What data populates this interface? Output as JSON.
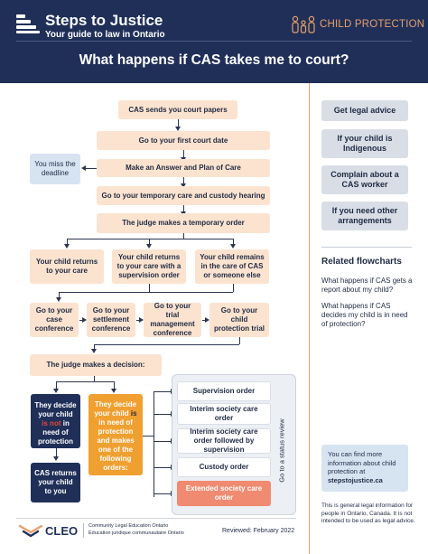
{
  "header": {
    "brand_title": "Steps to Justice",
    "brand_subtitle": "Your guide to law in Ontario",
    "section_label": "CHILD PROTECTION",
    "page_title": "What happens if CAS takes me to court?"
  },
  "flow": {
    "step_papers": "CAS sends you court papers",
    "step_first_date": "Go to your first court date",
    "step_answer": "Make an Answer and Plan of Care",
    "missed_deadline": "You miss the deadline",
    "step_temp_hearing": "Go to your temporary care and custody hearing",
    "step_temp_order": "The judge makes a temporary order",
    "outcome_returns": "Your child returns to your care",
    "outcome_supervision": "Your child returns to your care with a supervision order",
    "outcome_remains": "Your child remains in the care of CAS or someone else",
    "conf_case": "Go to your case conference",
    "conf_settlement": "Go to your settlement conference",
    "conf_trial_mgmt": "Go to your trial management conference",
    "conf_trial": "Go to your child protection trial",
    "judge_decision": "The judge makes a decision:",
    "decide_not_pre": "They decide your child ",
    "decide_not_em": "is not",
    "decide_not_post": " in need of protection",
    "cas_returns": "CAS returns your child to you",
    "decide_is_pre": "They decide your child ",
    "decide_is_em": "is",
    "decide_is_post": " in need of protection and makes one of the following orders:",
    "order_supervision": "Supervision order",
    "order_interim": "Interim society care order",
    "order_interim_supervision": "Interim society care order followed by supervision",
    "order_custody": "Custody order",
    "order_extended": "Extended society care order",
    "status_review": "Go to a status review"
  },
  "sidebar": {
    "buttons": [
      "Get legal advice",
      "If your child is Indigenous",
      "Complain about a CAS worker",
      "If you need other arrangements"
    ],
    "related_title": "Related flowcharts",
    "related_links": [
      "What happens if CAS gets a report about my child?",
      "What happens if CAS decides my child is in need of protection?"
    ],
    "info_text": "You can find more information about child protection at",
    "info_site": "stepstojustice.ca",
    "disclaimer": "This is general legal information for people in Ontario, Canada. It is not intended to be used as legal advice."
  },
  "footer": {
    "org_name": "CLEO",
    "org_en": "Community Legal Education Ontario",
    "org_fr": "Éducation juridique communautaire Ontario",
    "reviewed": "Reviewed: February 2022"
  },
  "colors": {
    "navy": "#1f2f58",
    "peach": "#fbe3cf",
    "orange": "#f0a030",
    "accent": "#e8a06a",
    "salmon": "#f08a70",
    "light_blue": "#d6e4f2"
  }
}
